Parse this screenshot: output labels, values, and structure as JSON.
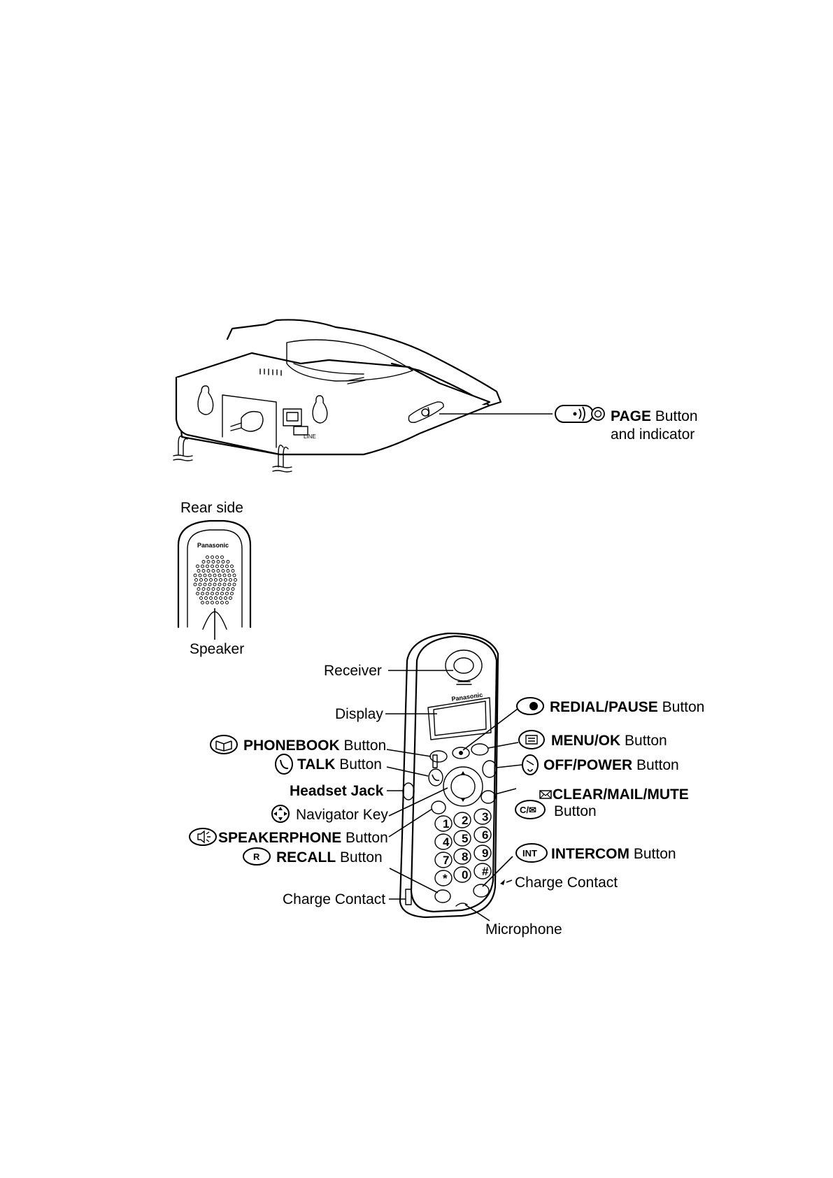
{
  "base": {
    "page_button": {
      "bold": "PAGE",
      "rest": " Button",
      "line2": "and indicator"
    },
    "line_label": "LINE"
  },
  "rear": {
    "title": "Rear side",
    "brand": "Panasonic",
    "speaker": "Speaker"
  },
  "handset": {
    "brand": "Panasonic",
    "receiver": "Receiver",
    "display": "Display",
    "phonebook": {
      "bold": "PHONEBOOK",
      "rest": " Button"
    },
    "talk": {
      "bold": "TALK",
      "rest": " Button"
    },
    "headset_jack": "Headset Jack",
    "navigator": "Navigator Key",
    "speakerphone": {
      "bold": "SPEAKERPHONE",
      "rest": " Button"
    },
    "recall": {
      "bold": "RECALL",
      "rest": " Button",
      "icon": "R"
    },
    "charge_contact_left": "Charge Contact",
    "redial": {
      "bold": "REDIAL/PAUSE",
      "rest": " Button"
    },
    "menu": {
      "bold": "MENU/OK",
      "rest": " Button"
    },
    "off": {
      "bold": "OFF/POWER",
      "rest": " Button"
    },
    "clear": {
      "bold": "CLEAR/MAIL/MUTE",
      "line2": "Button",
      "icon": "C/✉"
    },
    "intercom": {
      "bold": "INTERCOM",
      "rest": " Button",
      "icon": "INT"
    },
    "charge_contact_right": "Charge Contact",
    "microphone": "Microphone",
    "keys": [
      "1",
      "2",
      "3",
      "4",
      "5",
      "6",
      "7",
      "8",
      "9",
      "*",
      "0",
      "#"
    ]
  }
}
